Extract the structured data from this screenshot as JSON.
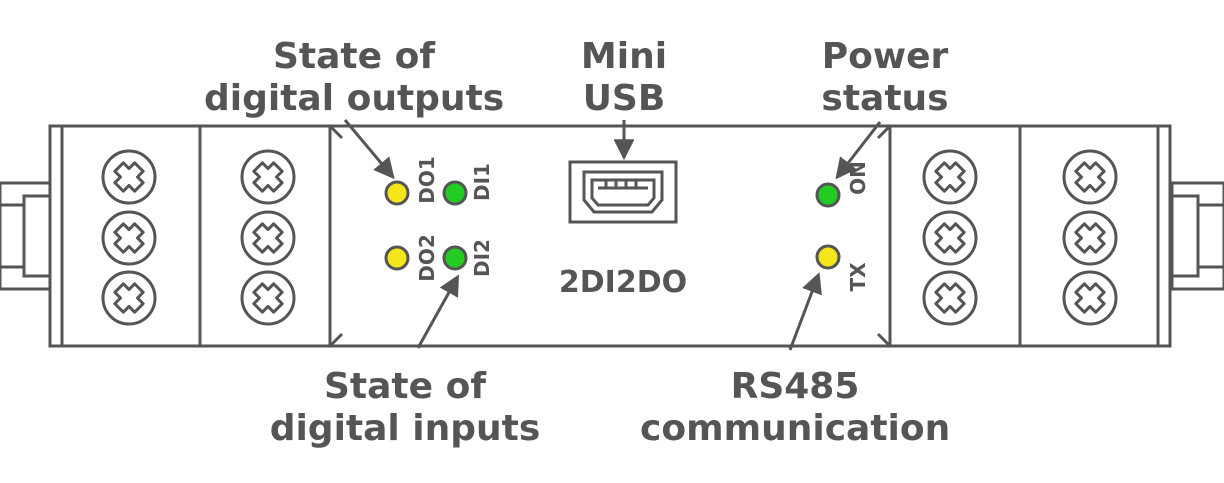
{
  "callouts": {
    "outputs": {
      "line1": "State of",
      "line2": "digital outputs"
    },
    "usb": {
      "line1": "Mini",
      "line2": "USB"
    },
    "power": {
      "line1": "Power",
      "line2": "status"
    },
    "inputs": {
      "line1": "State of",
      "line2": "digital inputs"
    },
    "rs485": {
      "line1": "RS485",
      "line2": "communication"
    }
  },
  "device": {
    "model": "2DI2DO",
    "leds": {
      "do1": {
        "label": "DO1",
        "color": "#f5e61c"
      },
      "di1": {
        "label": "DI1",
        "color": "#22cc22"
      },
      "do2": {
        "label": "DO2",
        "color": "#f5e61c"
      },
      "di2": {
        "label": "DI2",
        "color": "#22cc22"
      },
      "on": {
        "label": "ON",
        "color": "#22cc22"
      },
      "tx": {
        "label": "TX",
        "color": "#f5e61c"
      }
    }
  },
  "colors": {
    "outline": "#555555",
    "background": "#ffffff"
  }
}
